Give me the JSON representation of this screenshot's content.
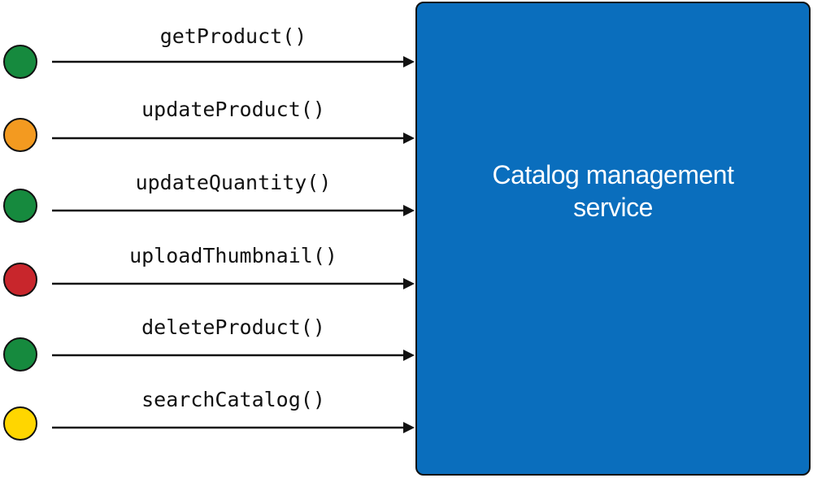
{
  "service": {
    "title": "Catalog management service",
    "color": "#0a6ebd"
  },
  "operations": [
    {
      "label": "getProduct()",
      "status_color": "#168a3e"
    },
    {
      "label": "updateProduct()",
      "status_color": "#f39a20"
    },
    {
      "label": "updateQuantity()",
      "status_color": "#168a3e"
    },
    {
      "label": "uploadThumbnail()",
      "status_color": "#c8262c"
    },
    {
      "label": "deleteProduct()",
      "status_color": "#168a3e"
    },
    {
      "label": "searchCatalog()",
      "status_color": "#ffd600"
    }
  ],
  "arrow_color": "#111111"
}
